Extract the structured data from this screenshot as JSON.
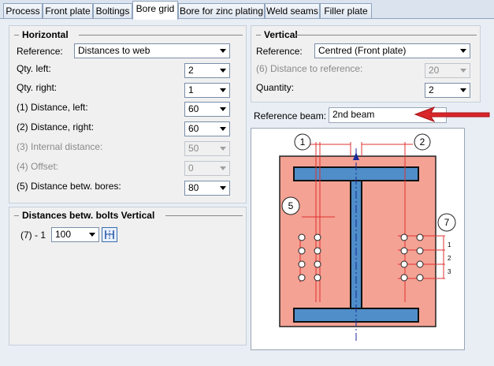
{
  "tabs": [
    "Process",
    "Front plate",
    "Boltings",
    "Bore grid",
    "Bore for zinc plating",
    "Weld seams",
    "Filler plate"
  ],
  "horizontal": {
    "title": "Horizontal",
    "reference_label": "Reference:",
    "reference_value": "Distances to web",
    "qty_left_label": "Qty. left:",
    "qty_left_value": "2",
    "qty_right_label": "Qty. right:",
    "qty_right_value": "1",
    "dist_left_label": "(1) Distance, left:",
    "dist_left_value": "60",
    "dist_right_label": "(2) Distance, right:",
    "dist_right_value": "60",
    "internal_label": "(3) Internal distance:",
    "internal_value": "50",
    "offset_label": "(4) Offset:",
    "offset_value": "0",
    "bores_label": "(5) Distance betw. bores:",
    "bores_value": "80"
  },
  "bolts_vertical": {
    "title": "Distances betw. bolts Vertical",
    "row_label": "(7) - 1",
    "row_value": "100"
  },
  "vertical": {
    "title": "Vertical",
    "reference_label": "Reference:",
    "reference_value": "Centred (Front plate)",
    "distance_label": "(6) Distance to reference:",
    "distance_value": "20",
    "quantity_label": "Quantity:",
    "quantity_value": "2"
  },
  "reference_beam": {
    "label": "Reference beam:",
    "value": "2nd beam"
  },
  "diagram": {
    "callouts": [
      "1",
      "2",
      "5",
      "7"
    ],
    "row_numbers": [
      "1",
      "2",
      "3"
    ]
  },
  "colors": {
    "plate": "#f4a294",
    "beam": "#4f8ec8",
    "dim_line": "#e03030",
    "axis": "#1a2a9a",
    "arrow": "#d8262a"
  }
}
